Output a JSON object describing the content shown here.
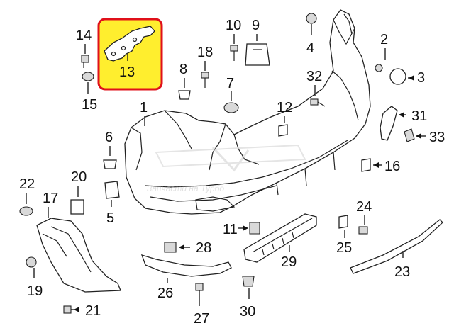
{
  "diagram": {
    "highlight_color": "#FFEE2E",
    "highlight_border": "#E0101A",
    "highlighted_part": "13",
    "watermark": {
      "logo": "turbo",
      "subtitle": "Запчасти на Турбо"
    },
    "callouts": [
      {
        "id": "c1",
        "label": "1"
      },
      {
        "id": "c2",
        "label": "2"
      },
      {
        "id": "c3",
        "label": "3"
      },
      {
        "id": "c4",
        "label": "4"
      },
      {
        "id": "c5",
        "label": "5"
      },
      {
        "id": "c6",
        "label": "6"
      },
      {
        "id": "c7",
        "label": "7"
      },
      {
        "id": "c8",
        "label": "8"
      },
      {
        "id": "c9",
        "label": "9"
      },
      {
        "id": "c10",
        "label": "10"
      },
      {
        "id": "c11",
        "label": "11"
      },
      {
        "id": "c12",
        "label": "12"
      },
      {
        "id": "c13",
        "label": "13"
      },
      {
        "id": "c14",
        "label": "14"
      },
      {
        "id": "c15",
        "label": "15"
      },
      {
        "id": "c16",
        "label": "16"
      },
      {
        "id": "c17",
        "label": "17"
      },
      {
        "id": "c18",
        "label": "18"
      },
      {
        "id": "c19",
        "label": "19"
      },
      {
        "id": "c20",
        "label": "20"
      },
      {
        "id": "c21",
        "label": "21"
      },
      {
        "id": "c22",
        "label": "22"
      },
      {
        "id": "c23",
        "label": "23"
      },
      {
        "id": "c24",
        "label": "24"
      },
      {
        "id": "c25",
        "label": "25"
      },
      {
        "id": "c26",
        "label": "26"
      },
      {
        "id": "c27",
        "label": "27"
      },
      {
        "id": "c28",
        "label": "28"
      },
      {
        "id": "c29",
        "label": "29"
      },
      {
        "id": "c30",
        "label": "30"
      },
      {
        "id": "c31",
        "label": "31"
      },
      {
        "id": "c32",
        "label": "32"
      },
      {
        "id": "c33",
        "label": "33"
      }
    ]
  }
}
